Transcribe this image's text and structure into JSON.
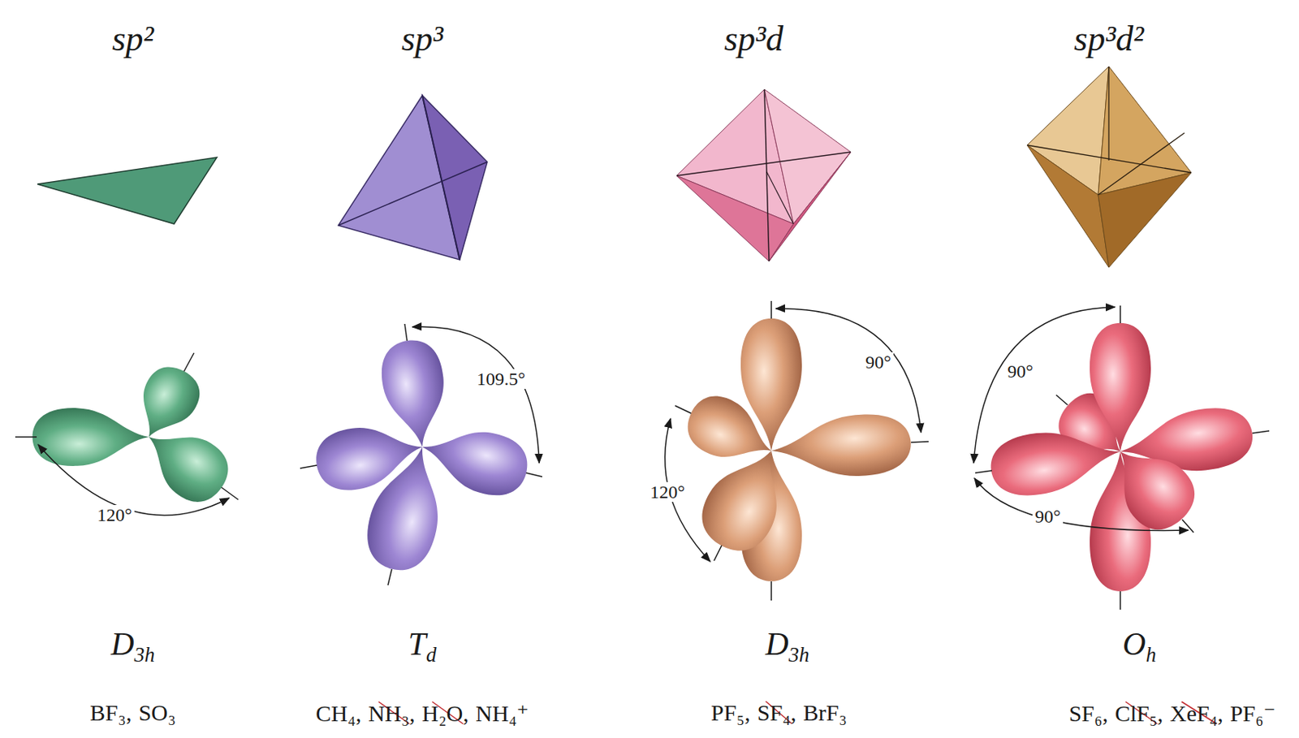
{
  "diagram": {
    "labels": [
      "sp²",
      "sp³",
      "sp³d",
      "sp³d²",
      "120°",
      "109.5°",
      "90°",
      "120°",
      "90°",
      "90°",
      "D",
      "3h",
      "T",
      "d",
      "D",
      "3h",
      "O",
      "h",
      "BF₃,",
      "SO₃",
      "CH₄,",
      "NH₃,",
      "H₂O,",
      "NH₄⁺",
      "PF₅,",
      "SF₄,",
      "BrF₃",
      "SF₆,",
      "ClF₅,",
      "XeF₄,",
      "PF₆⁻"
    ]
  }
}
